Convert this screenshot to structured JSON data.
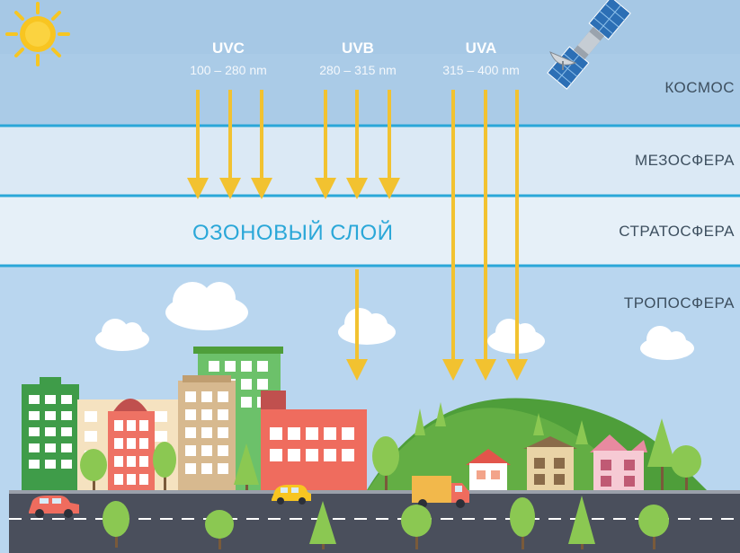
{
  "layers": {
    "space": "КОСМОС",
    "mesosphere": "МЕЗОСФЕРА",
    "stratosphere": "СТРАТОСФЕРА",
    "troposphere": "ТРОПОСФЕРА"
  },
  "ozone_label": "ОЗОНОВЫЙ СЛОЙ",
  "uv": [
    {
      "name": "UVC",
      "range": "100 – 280 nm"
    },
    {
      "name": "UVB",
      "range": "280 – 315 nm"
    },
    {
      "name": "UVA",
      "range": "315 – 400 nm"
    }
  ],
  "colors": {
    "arrow": "#f2c230",
    "band_line": "#2aa7d8",
    "ozone_text": "#2aa7d8",
    "road": "#4a4f5c"
  },
  "icons": [
    "sun-icon",
    "satellite-icon",
    "cloud-icon",
    "building-icon",
    "house-icon",
    "tree-icon",
    "car-icon",
    "truck-icon"
  ]
}
